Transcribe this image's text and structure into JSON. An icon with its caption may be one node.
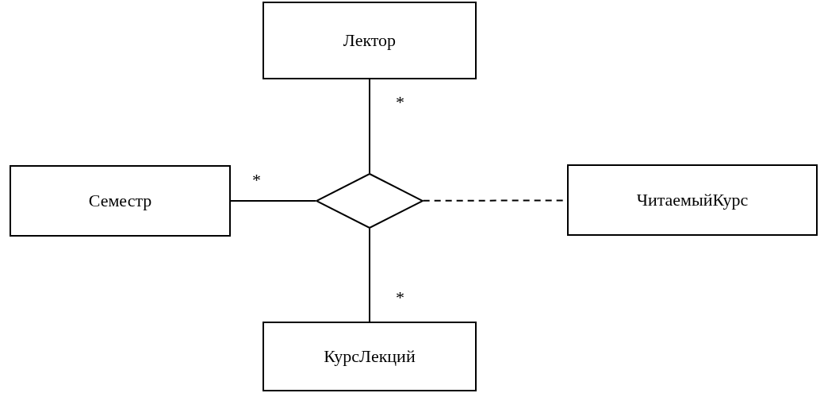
{
  "diagram": {
    "nodes": [
      {
        "text": [
          "Лектор"
        ]
      },
      {
        "text": [
          "Семестр"
        ]
      },
      {
        "text": [],
        "shape": "diamond"
      },
      {
        "text": [
          "ЧитаемыйКурс"
        ]
      },
      {
        "text": [
          "КурсЛекций"
        ]
      }
    ],
    "edges": [
      {
        "from": 0,
        "to": 2,
        "arrow": "none"
      },
      {
        "from": 1,
        "to": 2,
        "arrow": "none"
      },
      {
        "from": 2,
        "to": 3,
        "arrow": "none",
        "style": "dashed"
      },
      {
        "from": 2,
        "to": 4,
        "arrow": "none"
      }
    ],
    "labels": [
      "*",
      "*",
      "*"
    ]
  }
}
